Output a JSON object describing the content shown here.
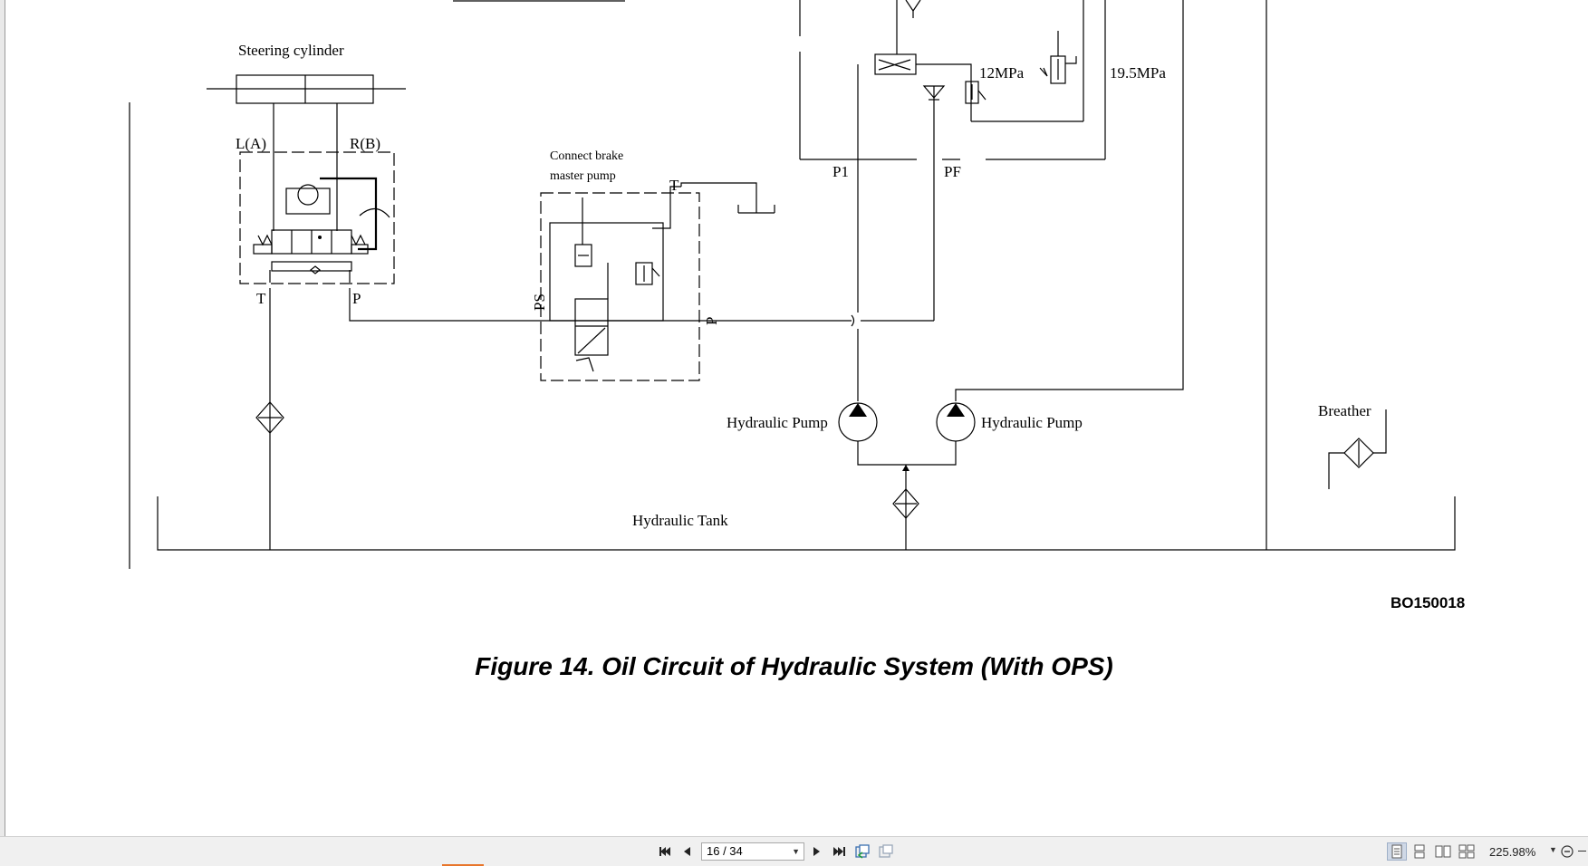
{
  "diagram": {
    "labels": {
      "steering_cylinder": "Steering cylinder",
      "la": "L(A)",
      "rb": "R(B)",
      "t_left": "T",
      "p_left": "P",
      "connect_brake_1": "Connect brake",
      "connect_brake_2": "master pump",
      "t_brake": "T",
      "ps": "PS",
      "p_brake": "P",
      "p1": "P1",
      "pf": "PF",
      "pressure_12": "12MPa",
      "pressure_19": "19.5MPa",
      "pump_left": "Hydraulic Pump",
      "pump_right": "Hydraulic Pump",
      "breather": "Breather",
      "tank": "Hydraulic Tank",
      "code": "BO150018"
    },
    "caption": "Figure 14. Oil Circuit of Hydraulic System (With OPS)"
  },
  "statusbar": {
    "page_indicator": "16 / 34",
    "zoom": "225.98%",
    "icons": [
      "first-page-icon",
      "prev-page-icon",
      "next-page-icon",
      "last-page-icon",
      "previous-view-icon",
      "next-view-icon",
      "single-page-icon",
      "continuous-icon",
      "facing-icon",
      "continuous-facing-icon",
      "zoom-out-icon"
    ],
    "accent_color": "#e8762b"
  }
}
